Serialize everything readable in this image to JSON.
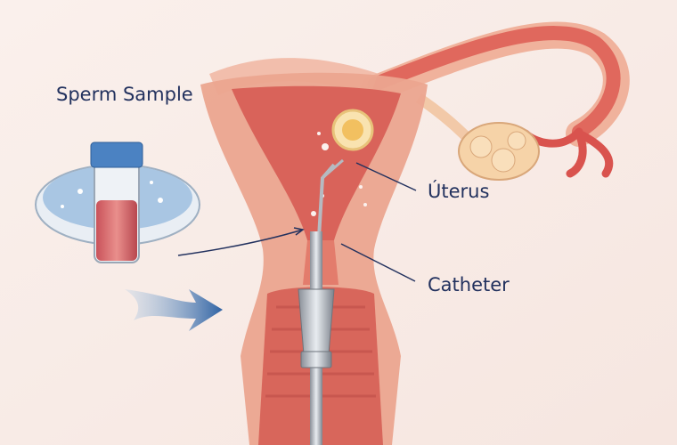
{
  "labels": {
    "sperm_sample": "Sperm Sample",
    "uterus": "Úterus",
    "catheter": "Catheter"
  },
  "colors": {
    "background": "#f8ebe6",
    "tissue": "#eba58f",
    "cavity": "#d9635a",
    "label_text": "#22315e",
    "arrow": "#3f6fa8"
  }
}
